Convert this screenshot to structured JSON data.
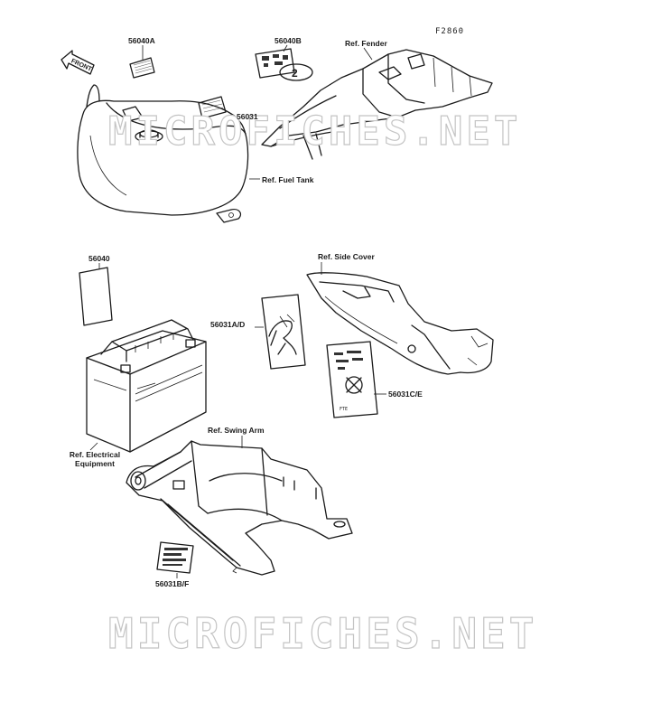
{
  "figure_code": "F2860",
  "watermark": "MICROFICHES.NET",
  "labels": {
    "decal_56040a": "56040A",
    "decal_56040b": "56040B",
    "ref_fender": "Ref. Fender",
    "decal_56031": "56031",
    "ref_fuel_tank": "Ref. Fuel Tank",
    "decal_56040": "56040",
    "ref_side_cover": "Ref. Side Cover",
    "decal_56031ad": "56031A/D",
    "decal_56031ce": "56031C/E",
    "ref_swing_arm": "Ref. Swing Arm",
    "ref_electrical_1": "Ref. Electrical",
    "ref_electrical_2": "Equipment",
    "decal_56031bf": "56031B/F"
  },
  "front_sign": "FRONT",
  "decal_text": {
    "numeral": "2",
    "fte": "FTE"
  }
}
